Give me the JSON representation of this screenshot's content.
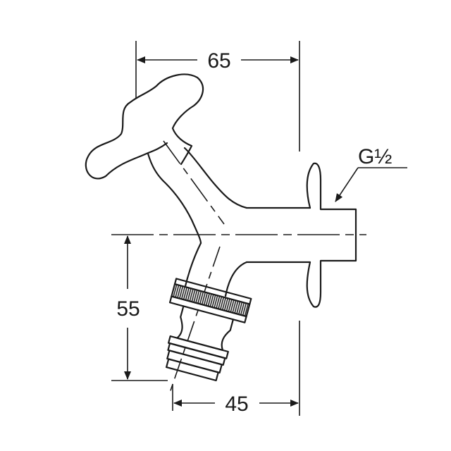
{
  "diagram": {
    "dimensions": {
      "width_top": "65",
      "height_left": "55",
      "width_bottom": "45",
      "thread": "G½"
    }
  }
}
